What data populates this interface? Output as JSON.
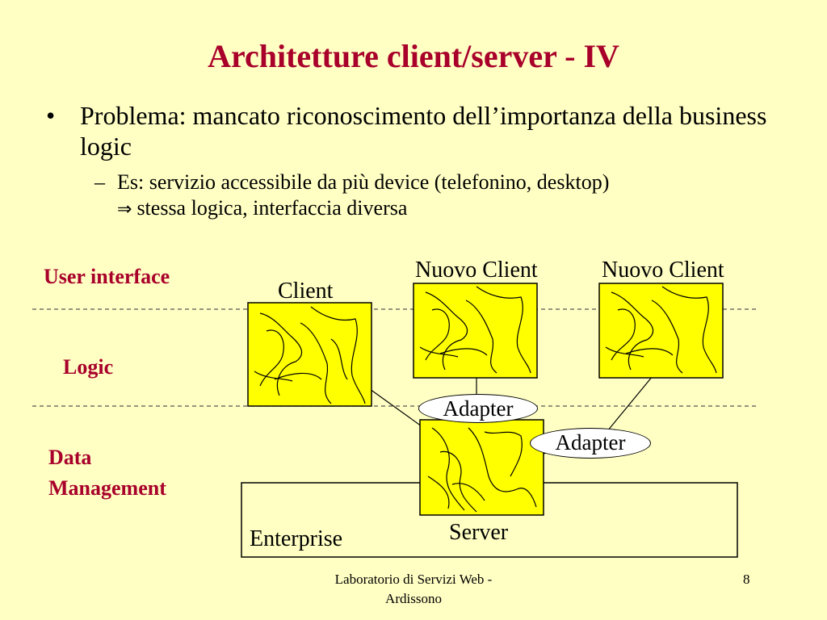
{
  "slide": {
    "title": "Architetture client/server - IV",
    "bullet1": {
      "marker": "•",
      "text": "Problema: mancato riconoscimento dell’importanza della business logic"
    },
    "bullet2": {
      "marker": "–",
      "text": "Es: servizio accessibile da più device (telefonino, desktop)",
      "implies_symbol": "⇒",
      "text2": "stessa logica, interfaccia diversa"
    }
  },
  "diagram": {
    "layers": {
      "user_interface": "User interface",
      "logic": "Logic",
      "data_management_line1": "Data",
      "data_management_line2": "Management"
    },
    "labels": {
      "client": "Client",
      "new_client_1": "Nuovo Client",
      "new_client_2": "Nuovo Client",
      "server": "Server",
      "enterprise": "Enterprise",
      "adapter_1": "Adapter",
      "adapter_2": "Adapter"
    },
    "colors": {
      "box_fill": "#FFFF00",
      "background": "#FFFFC4",
      "accent": "#A8002A"
    }
  },
  "footer": {
    "text": "Laboratorio di Servizi Web - Ardissono",
    "page_number": "8"
  }
}
